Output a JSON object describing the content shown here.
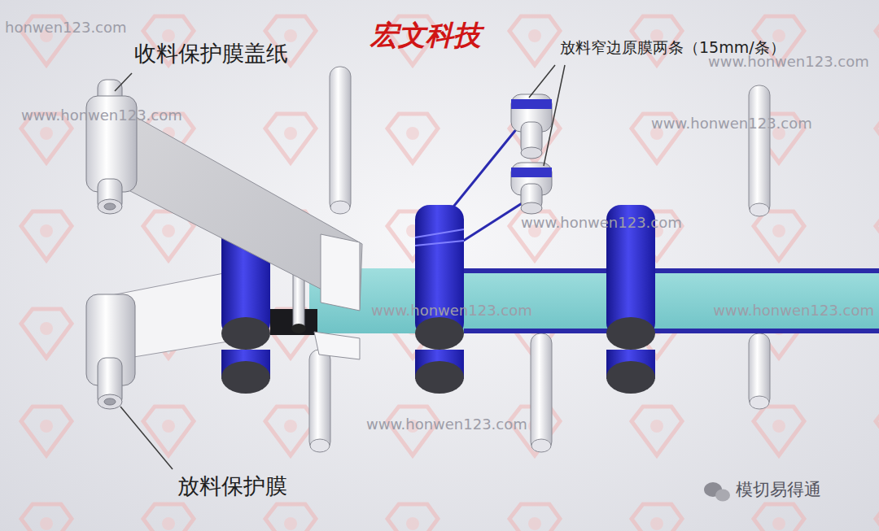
{
  "diagram": {
    "title": "宏文科技",
    "labels": [
      "收料保护膜盖纸",
      "放料窄边原膜两条（15mm/条）",
      "放料保护膜",
      "模切易得通",
      "honwen123.com",
      "www.honwen123.com",
      "www.honwen123.com",
      "www.honwen123.com",
      "www.honwen123.com",
      "www.honwen123.com",
      "www.honwen123.com",
      "www.honwen123.com"
    ]
  }
}
